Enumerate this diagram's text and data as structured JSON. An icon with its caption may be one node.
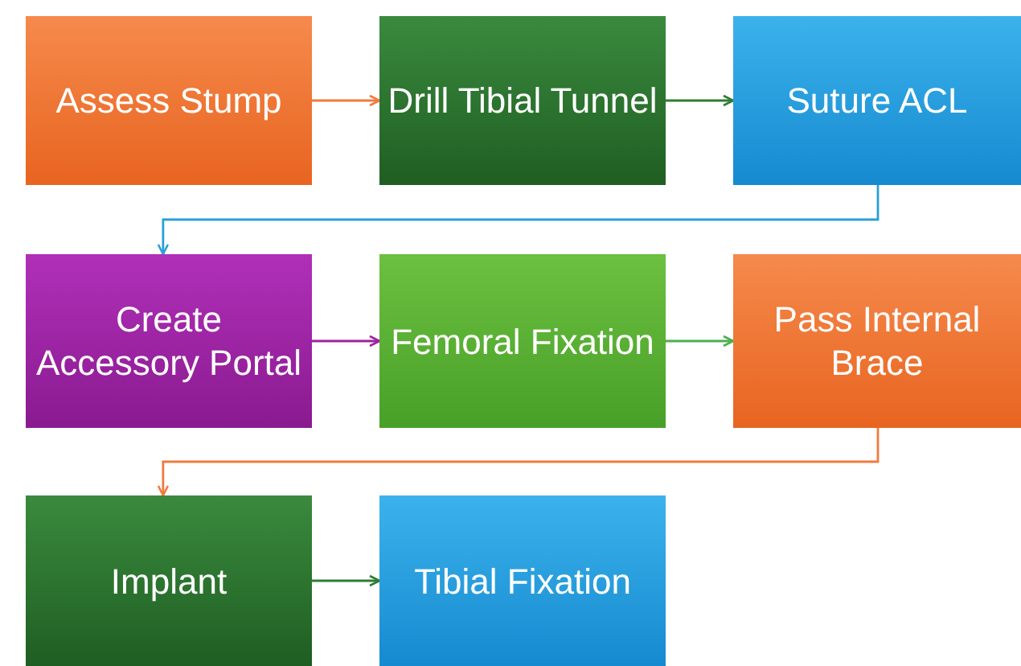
{
  "diagram": {
    "nodes": [
      {
        "text": [
          "Assess Stump"
        ]
      },
      {
        "text": [
          "Drill Tibial Tunnel"
        ]
      },
      {
        "text": [
          "Suture ACL"
        ]
      },
      {
        "text": [
          "Create Accessory Portal"
        ]
      },
      {
        "text": [
          "Femoral Fixation"
        ]
      },
      {
        "text": [
          "Pass Internal Brace"
        ]
      },
      {
        "text": [
          "Implant"
        ]
      },
      {
        "text": [
          "Tibial Fixation"
        ]
      }
    ],
    "edges": [
      {
        "from": 0,
        "to": 1,
        "arrow": "to",
        "color": "#f07b3f"
      },
      {
        "from": 1,
        "to": 2,
        "arrow": "to",
        "color": "#2e7d32"
      },
      {
        "from": 2,
        "to": 3,
        "arrow": "to",
        "color": "#2a9fd8"
      },
      {
        "from": 3,
        "to": 4,
        "arrow": "to",
        "color": "#a020a0"
      },
      {
        "from": 4,
        "to": 5,
        "arrow": "to",
        "color": "#4caf50"
      },
      {
        "from": 5,
        "to": 6,
        "arrow": "to",
        "color": "#f07b3f"
      },
      {
        "from": 6,
        "to": 7,
        "arrow": "to",
        "color": "#2e7d32"
      }
    ]
  }
}
